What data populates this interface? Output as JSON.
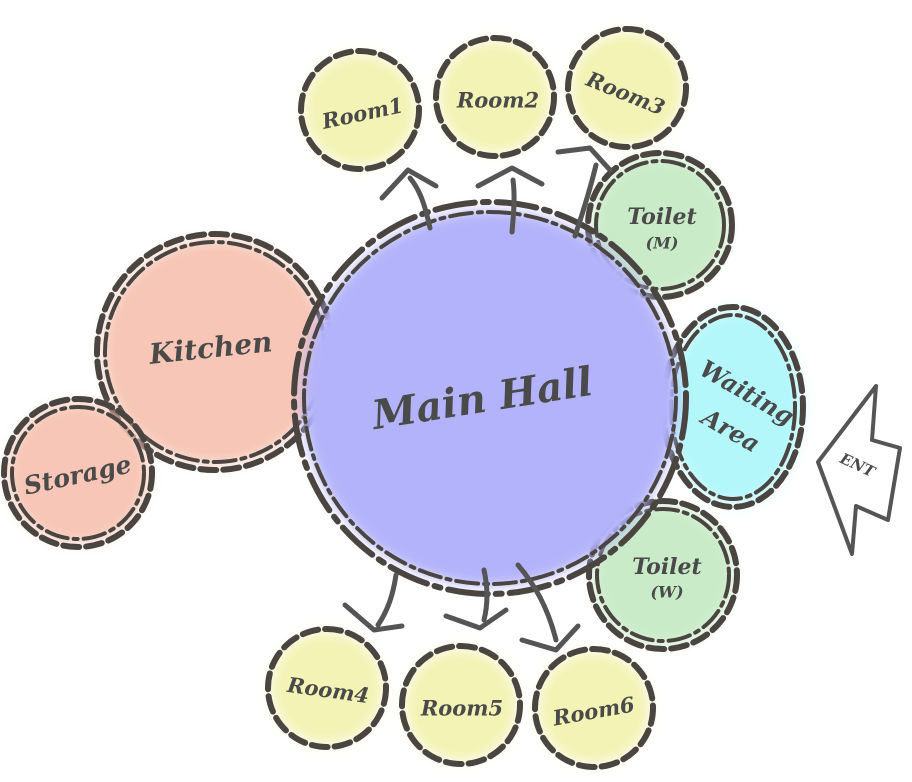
{
  "diagram": {
    "main_hall": "Main Hall",
    "kitchen": "Kitchen",
    "storage": "Storage",
    "waiting_line1": "Waiting",
    "waiting_line2": "Area",
    "toilet_m": "Toilet",
    "toilet_m_sub": "(M)",
    "toilet_w": "Toilet",
    "toilet_w_sub": "(W)",
    "room1": "Room1",
    "room2": "Room2",
    "room3": "Room3",
    "room4": "Room4",
    "room5": "Room5",
    "room6": "Room6",
    "entry": "ENT"
  },
  "colors": {
    "main_hall": "#b3b3fb",
    "kitchen": "#f7c6b6",
    "storage": "#f7c6b6",
    "waiting": "#b3f7fb",
    "toilet": "#c9ebc8",
    "room": "#f3f3b5"
  }
}
